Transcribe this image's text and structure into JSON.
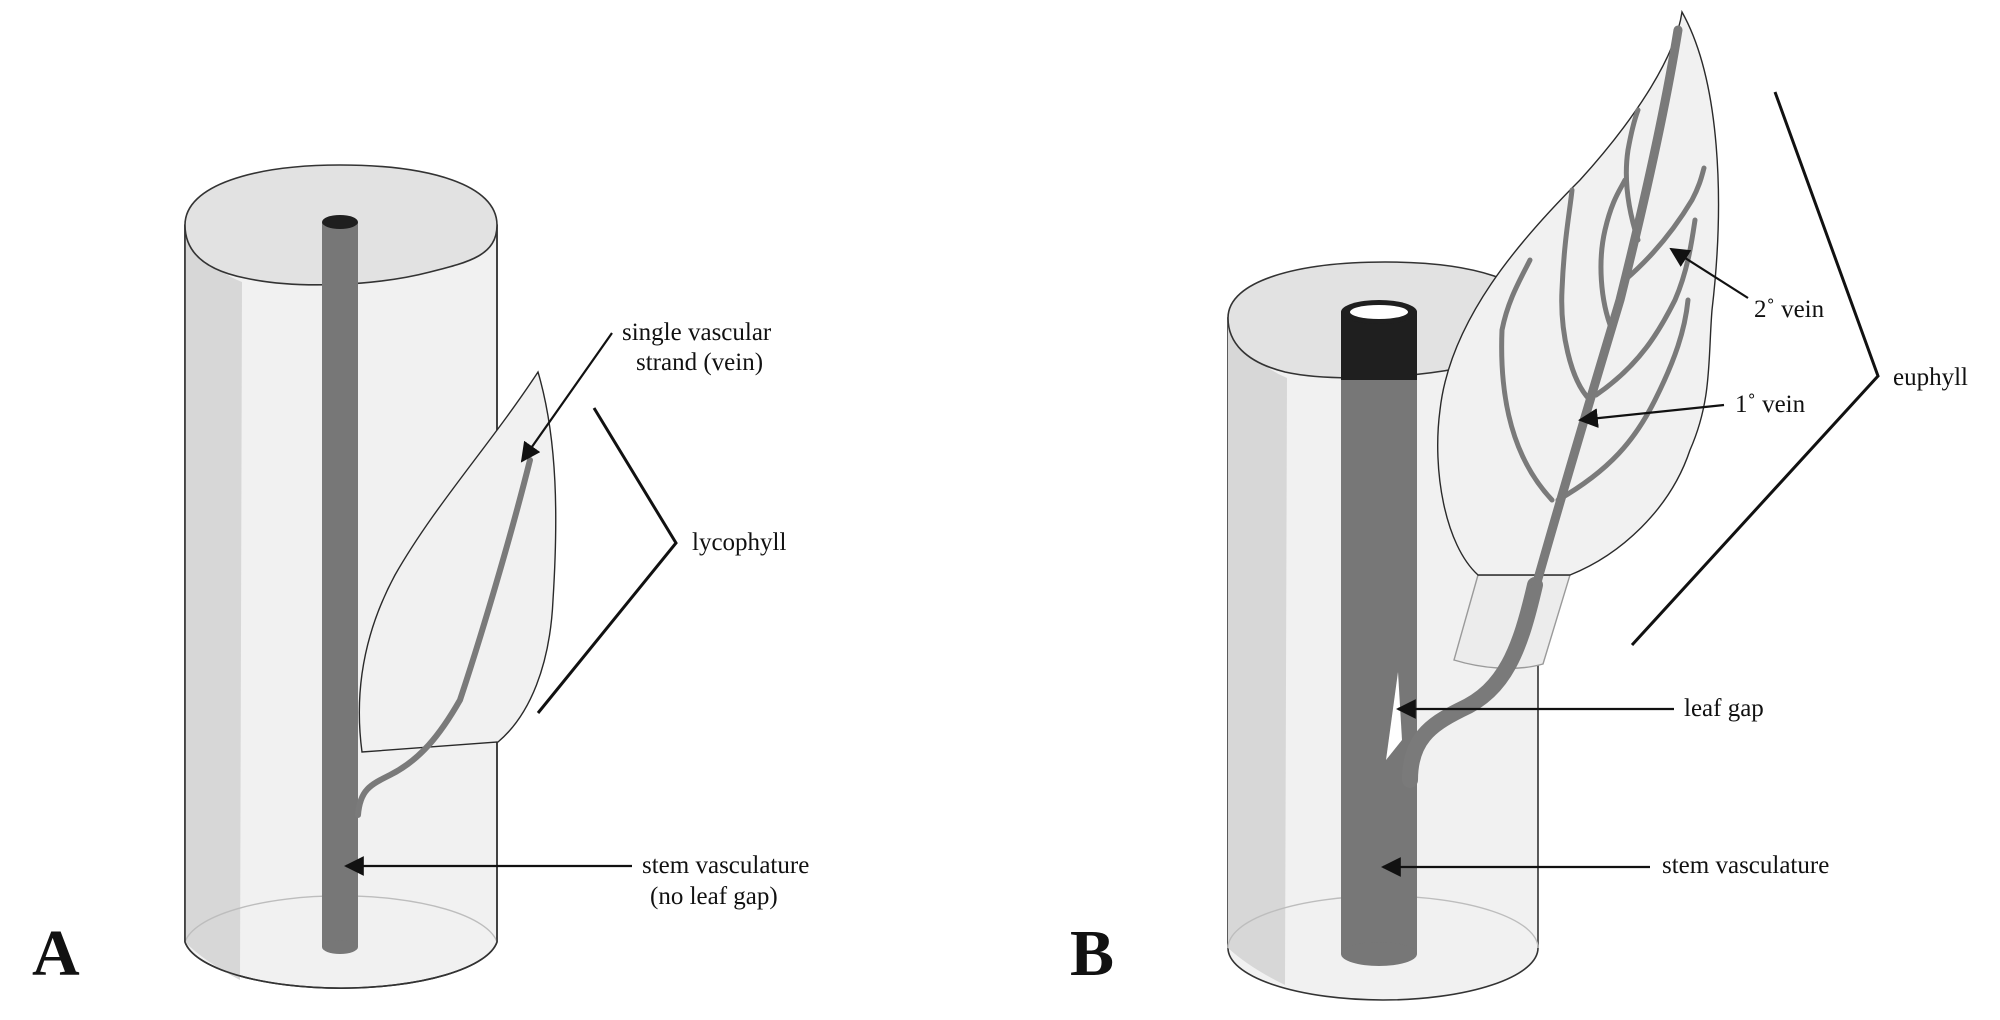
{
  "figure": {
    "panel_a": {
      "letter": "A",
      "leaf_label": "lycophyll",
      "vein_label_line1": "single vascular",
      "vein_label_line2": "strand (vein)",
      "stem_label_line1": "stem vasculature",
      "stem_label_line2": "(no leaf gap)"
    },
    "panel_b": {
      "letter": "B",
      "leaf_label": "euphyll",
      "secondary_vein_label": "2˚ vein",
      "primary_vein_label": "1˚ vein",
      "gap_label": "leaf gap",
      "stem_label": "stem vasculature"
    }
  }
}
